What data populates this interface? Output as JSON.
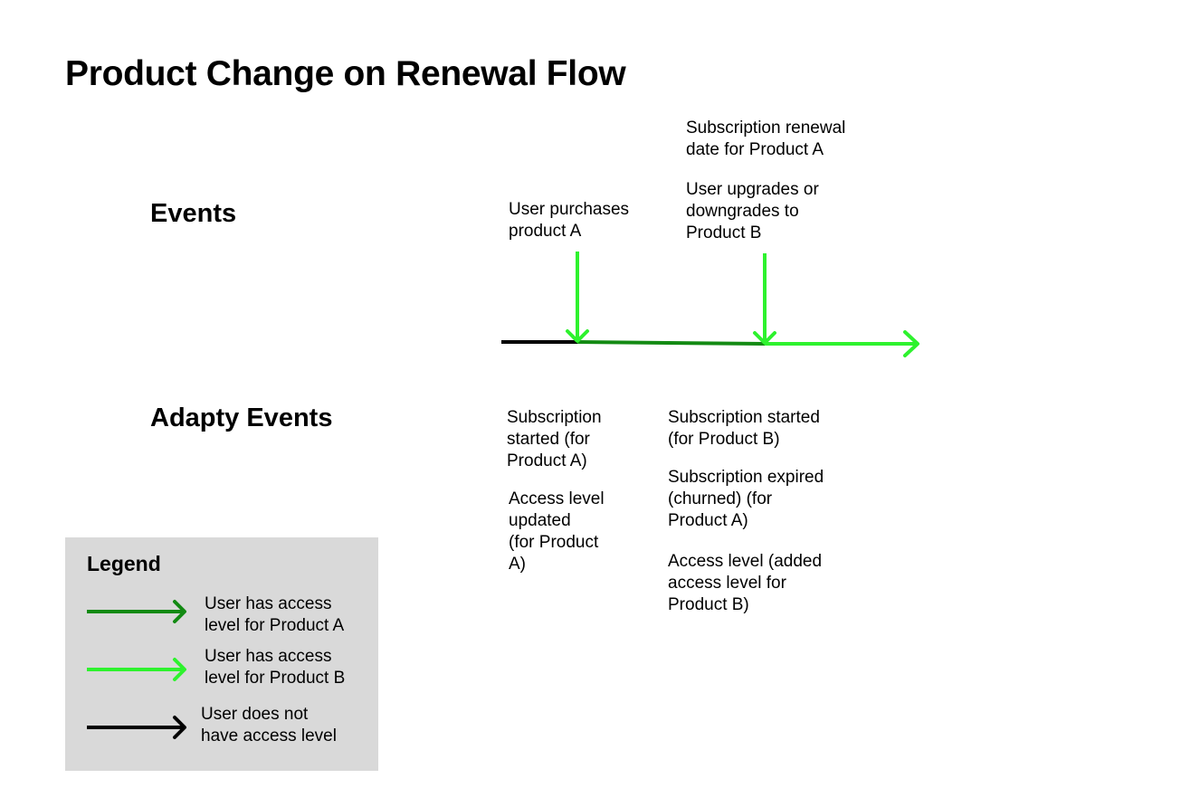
{
  "title": "Product Change on Renewal Flow",
  "sections": {
    "events_label": "Events",
    "adapty_events_label": "Adapty Events"
  },
  "events": {
    "purchase": "User purchases\nproduct A",
    "renewal_date": "Subscription renewal\ndate for Product A",
    "upgrade": "User upgrades or\ndowngrades to\nProduct B"
  },
  "adapty_events": {
    "product_a": {
      "subscription_started": "Subscription\nstarted (for\nProduct A)",
      "access_level_updated": "Access level\nupdated\n(for Product\nA)"
    },
    "product_b": {
      "subscription_started": "Subscription started\n(for Product B)",
      "subscription_expired": "Subscription expired\n(churned) (for\nProduct A)",
      "access_level_added": "Access level (added\naccess level for\nProduct B)"
    }
  },
  "colors": {
    "product_a": "#138a13",
    "product_b": "#2ef22e",
    "no_access": "#000000",
    "legend_bg": "#d9d9d9"
  },
  "legend": {
    "title": "Legend",
    "items": [
      {
        "label": "User has access\nlevel for Product A",
        "color": "#138a13"
      },
      {
        "label": "User has access\nlevel for Product B",
        "color": "#2ef22e"
      },
      {
        "label": "User does not\nhave access level",
        "color": "#000000"
      }
    ]
  }
}
